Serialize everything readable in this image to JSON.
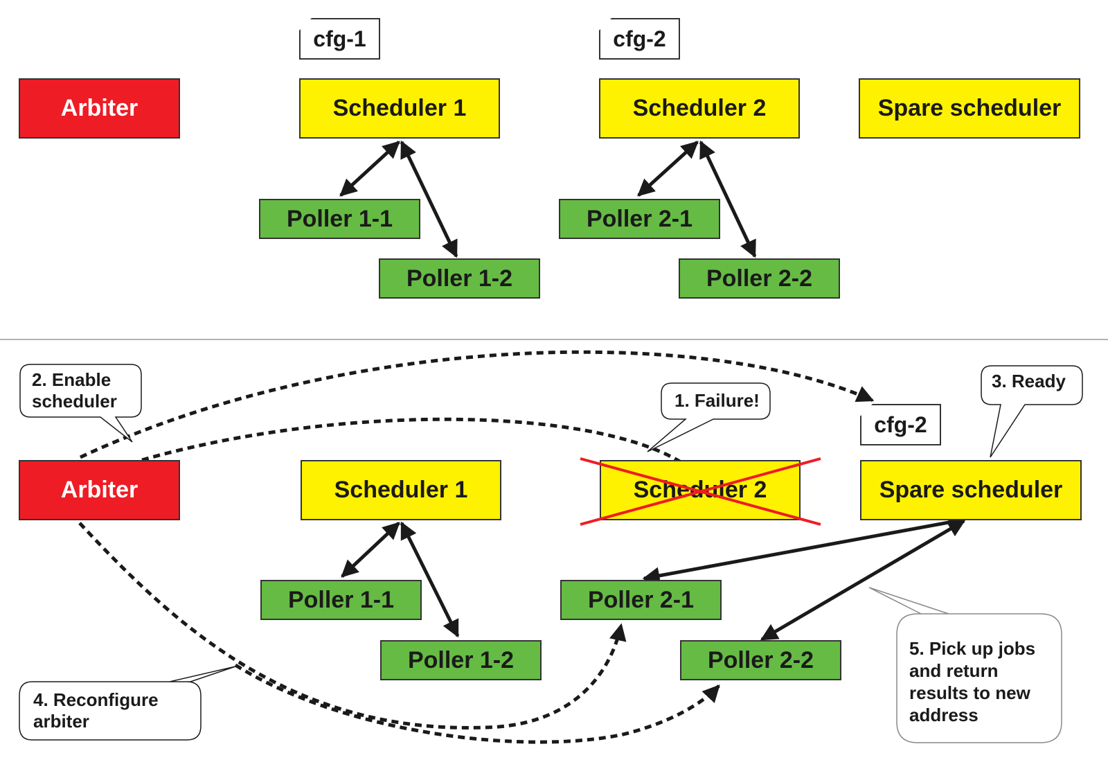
{
  "top": {
    "arbiter": "Arbiter",
    "cfg1": "cfg-1",
    "cfg2": "cfg-2",
    "scheduler1": "Scheduler 1",
    "scheduler2": "Scheduler 2",
    "spare": "Spare scheduler",
    "poller11": "Poller 1-1",
    "poller12": "Poller 1-2",
    "poller21": "Poller 2-1",
    "poller22": "Poller 2-2"
  },
  "bottom": {
    "arbiter": "Arbiter",
    "scheduler1": "Scheduler 1",
    "scheduler2": "Scheduler 2",
    "spare": "Spare scheduler",
    "cfg2": "cfg-2",
    "poller11": "Poller 1-1",
    "poller12": "Poller 1-2",
    "poller21": "Poller 2-1",
    "poller22": "Poller 2-2",
    "callouts": {
      "enable_line1": "2. Enable",
      "enable_line2": "scheduler",
      "failure": "1. Failure!",
      "ready": "3. Ready",
      "reconfigure_line1": "4. Reconfigure",
      "reconfigure_line2": "arbiter",
      "pickup_line1": "5. Pick up jobs",
      "pickup_line2": "and return",
      "pickup_line3": "results to new",
      "pickup_line4": "address"
    }
  },
  "colors": {
    "arbiter": "#ee1c25",
    "scheduler": "#fff200",
    "poller": "#66bb44",
    "failure_cross": "#ee1c25"
  }
}
